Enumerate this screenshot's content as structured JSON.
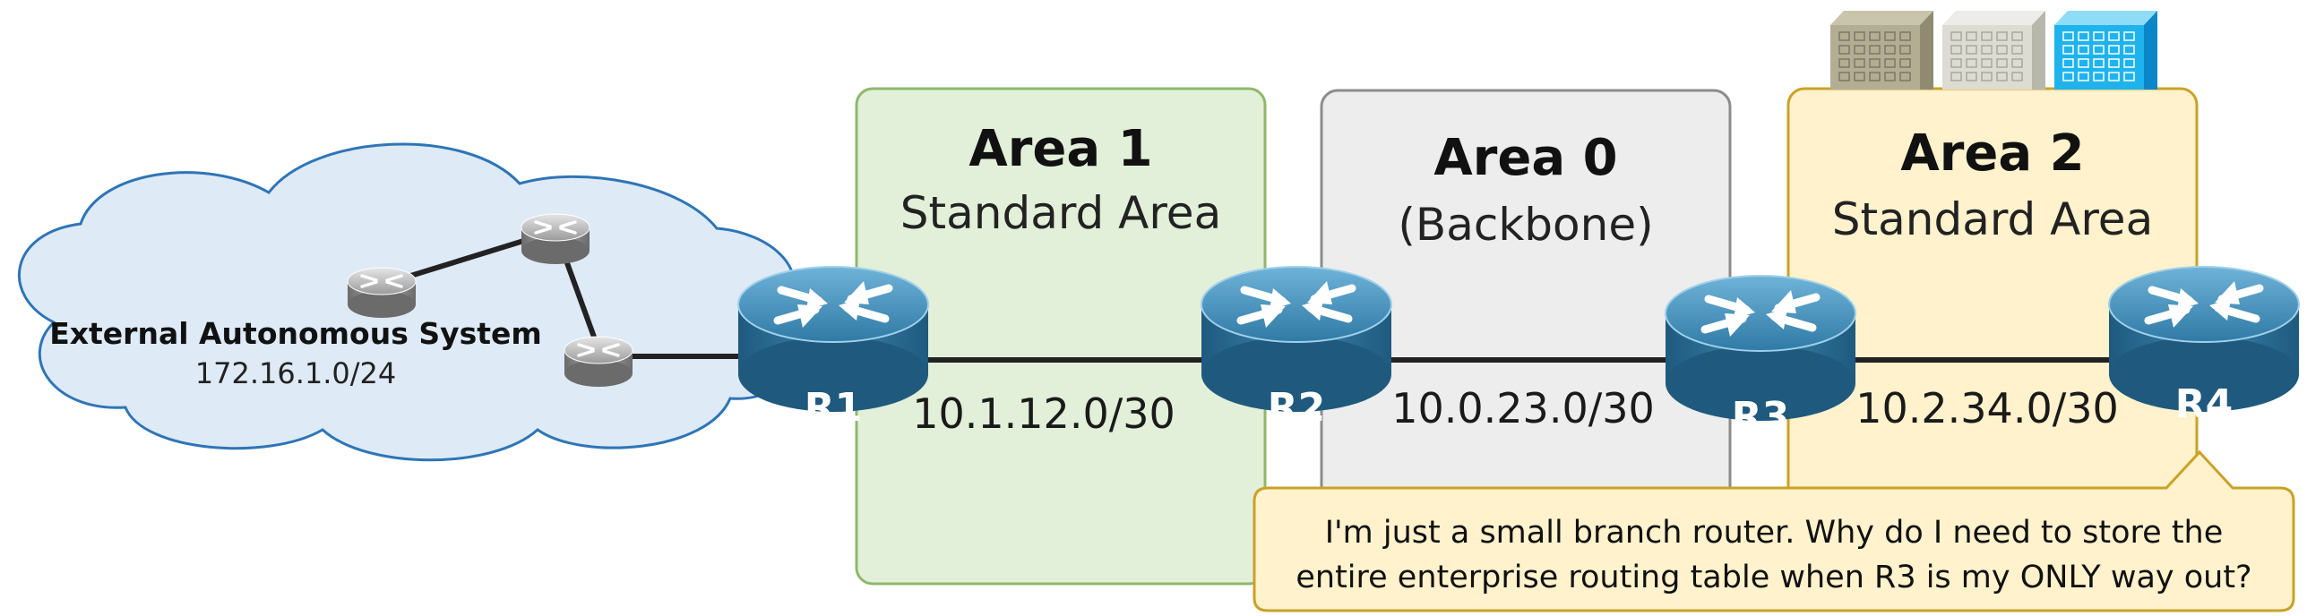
{
  "external_as": {
    "name": "External Autonomous System",
    "network": "172.16.1.0/24"
  },
  "areas": [
    {
      "id": "area1",
      "title": "Area 1",
      "subtitle": "Standard Area",
      "fill": "#e2efd9",
      "stroke": "#8fb86a"
    },
    {
      "id": "area0",
      "title": "Area 0",
      "subtitle": "(Backbone)",
      "fill": "#ededed",
      "stroke": "#8c8c8c"
    },
    {
      "id": "area2",
      "title": "Area 2",
      "subtitle": "Standard Area",
      "fill": "#fff2cc",
      "stroke": "#c9a227"
    }
  ],
  "routers": [
    {
      "id": "r1",
      "label": "R1"
    },
    {
      "id": "r2",
      "label": "R2"
    },
    {
      "id": "r3",
      "label": "R3"
    },
    {
      "id": "r4",
      "label": "R4"
    }
  ],
  "links": [
    {
      "id": "r1-r2",
      "subnet": "10.1.12.0/30"
    },
    {
      "id": "r2-r3",
      "subnet": "10.0.23.0/30"
    },
    {
      "id": "r3-r4",
      "subnet": "10.2.34.0/30"
    }
  ],
  "callout": {
    "line1": "I'm just a small branch router. Why do I need to store the",
    "line2": "entire enterprise routing table when R3 is my ONLY way out?"
  },
  "colors": {
    "cloud_fill": "#deeaf6",
    "cloud_stroke": "#2e75b6",
    "router_body": "#2f7196",
    "link": "#222222",
    "callout_fill": "#fff2cc",
    "callout_stroke": "#c9a227"
  },
  "icons": {
    "router": "router-icon",
    "small_router": "small-router-icon",
    "buildings": "office-building-icon"
  }
}
